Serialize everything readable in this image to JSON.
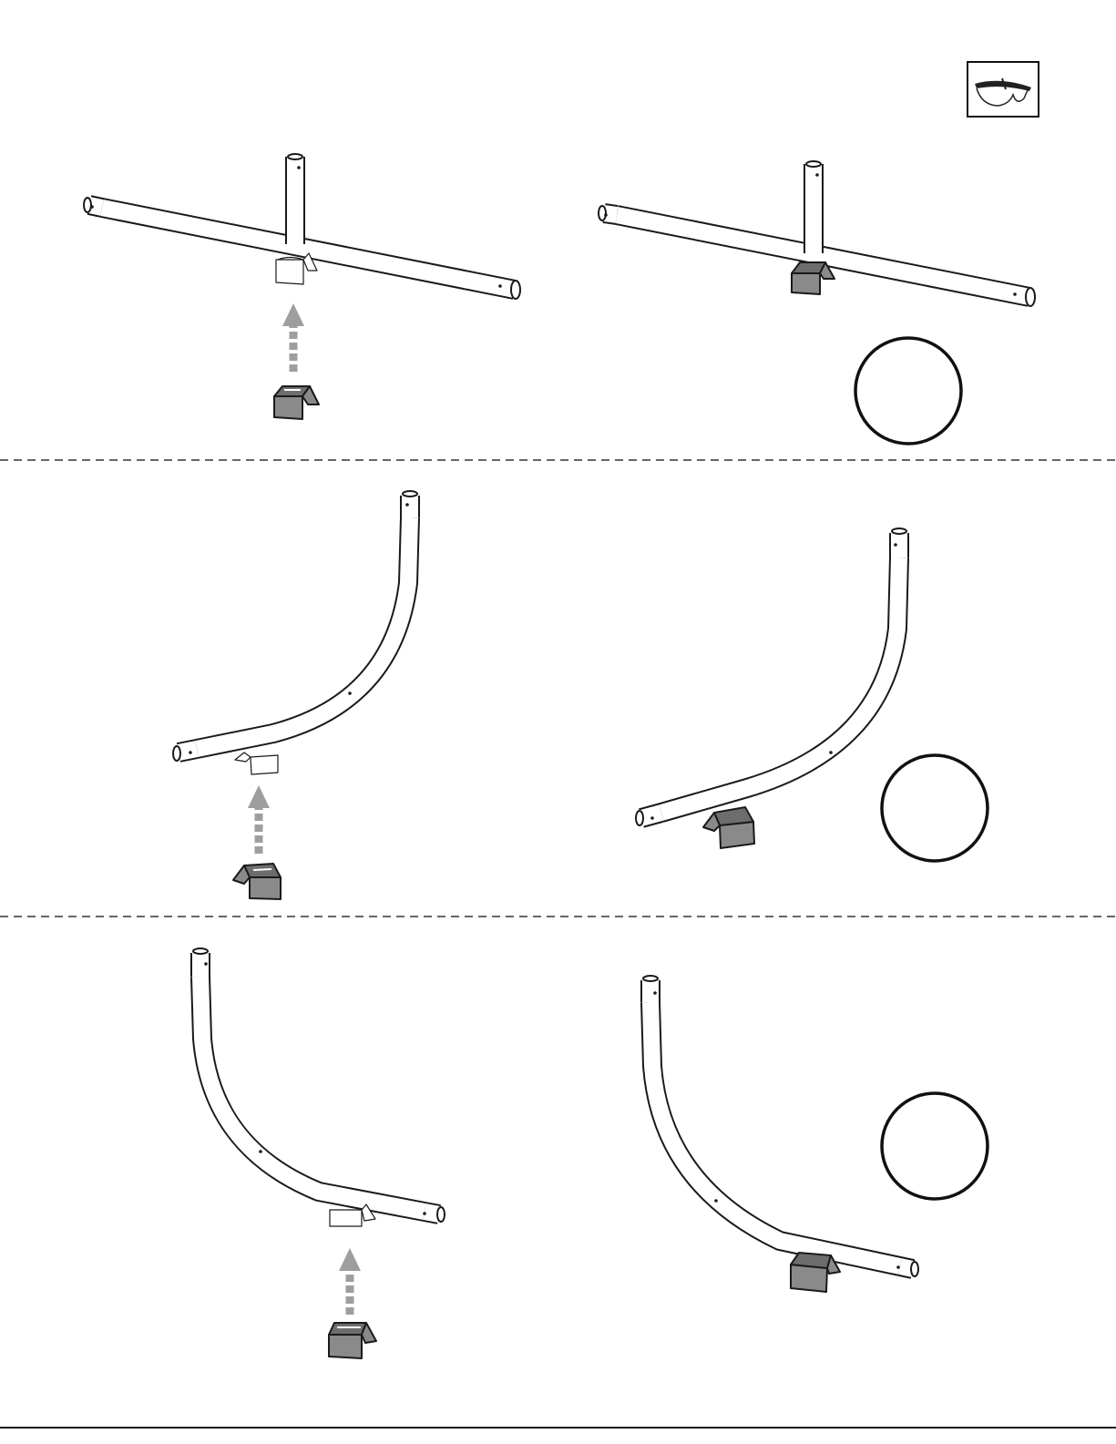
{
  "page": {
    "background": "#ffffff"
  },
  "header": {
    "safety_icon": "safety-glasses-icon"
  },
  "rows": [
    {
      "name": "row-1",
      "part": "t-connector-tube",
      "steps": [
        "clip-insertion",
        "clip-installed"
      ],
      "check_circle": true
    },
    {
      "name": "row-2",
      "part": "curved-tube-right",
      "steps": [
        "clip-insertion",
        "clip-installed"
      ],
      "check_circle": true
    },
    {
      "name": "row-3",
      "part": "curved-tube-left",
      "steps": [
        "clip-insertion",
        "clip-installed"
      ],
      "check_circle": true
    }
  ],
  "colors": {
    "clip_fill": "#8a8a8a",
    "arrow": "#9e9e9e",
    "outline": "#1a1a1a"
  }
}
